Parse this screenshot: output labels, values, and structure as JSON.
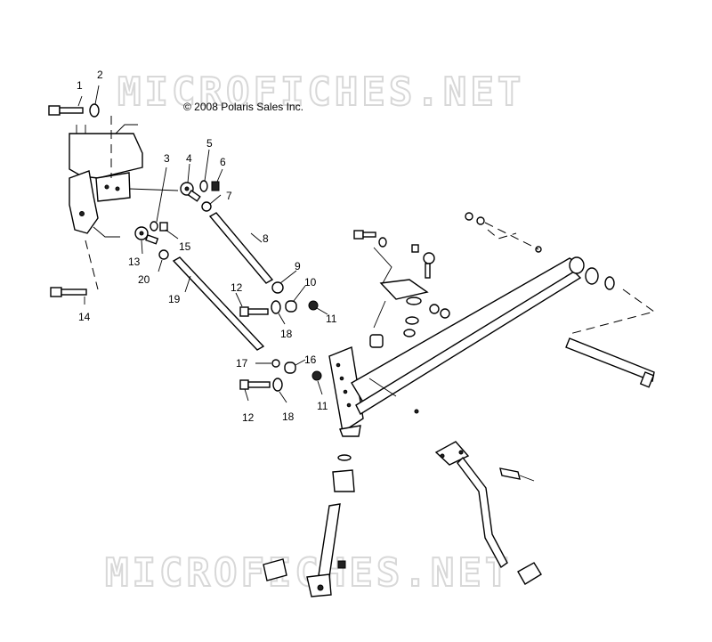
{
  "copyright": "© 2008 Polaris Sales Inc.",
  "watermark_top": "MICROFICHES.NET",
  "watermark_bottom": "MICROFICHES.NET",
  "callouts": [
    {
      "id": "c1",
      "text": "1"
    },
    {
      "id": "c2",
      "text": "2"
    },
    {
      "id": "c3",
      "text": "3"
    },
    {
      "id": "c4",
      "text": "4"
    },
    {
      "id": "c5",
      "text": "5"
    },
    {
      "id": "c6",
      "text": "6"
    },
    {
      "id": "c7",
      "text": "7"
    },
    {
      "id": "c8",
      "text": "8"
    },
    {
      "id": "c9",
      "text": "9"
    },
    {
      "id": "c10",
      "text": "10"
    },
    {
      "id": "c11a",
      "text": "11"
    },
    {
      "id": "c11b",
      "text": "11"
    },
    {
      "id": "c12a",
      "text": "12"
    },
    {
      "id": "c12b",
      "text": "12"
    },
    {
      "id": "c13",
      "text": "13"
    },
    {
      "id": "c14",
      "text": "14"
    },
    {
      "id": "c15",
      "text": "15"
    },
    {
      "id": "c16",
      "text": "16"
    },
    {
      "id": "c17",
      "text": "17"
    },
    {
      "id": "c18a",
      "text": "18"
    },
    {
      "id": "c18b",
      "text": "18"
    },
    {
      "id": "c19",
      "text": "19"
    },
    {
      "id": "c20",
      "text": "20"
    }
  ]
}
